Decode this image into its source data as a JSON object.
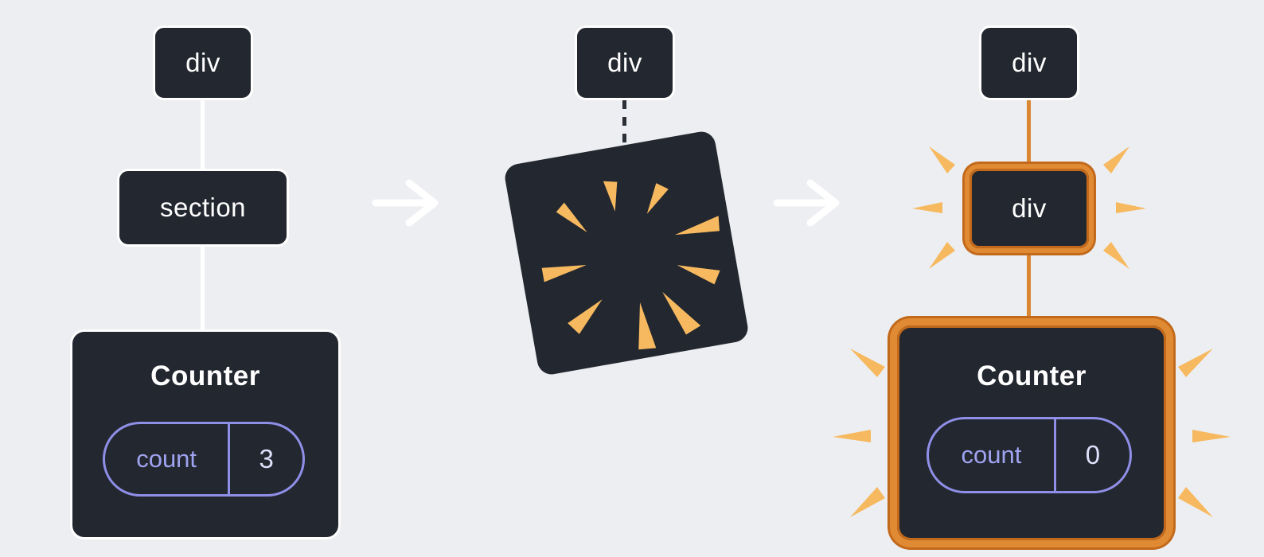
{
  "diagram": {
    "before": {
      "root_label": "div",
      "child_label": "section",
      "component": {
        "title": "Counter",
        "state_key": "count",
        "state_value": "3"
      }
    },
    "during": {
      "root_label": "div"
    },
    "after": {
      "root_label": "div",
      "child_label": "div",
      "component": {
        "title": "Counter",
        "state_key": "count",
        "state_value": "0"
      }
    }
  },
  "icons": {
    "arrow_1": "right-arrow",
    "arrow_2": "right-arrow",
    "explosion": "destroyed-node-burst",
    "emphasis": "new-node-burst-marks"
  },
  "colors": {
    "background": "#ECEEF1",
    "node_bg": "#23272F",
    "node_border": "#FFFFFF",
    "connector_white": "#FFFFFF",
    "connector_orange": "#D8862F",
    "highlight_orange": "#E08A33",
    "highlight_orange_dark": "#C2691B",
    "burst_orange": "#F7B95F",
    "pill_border": "#8F8FE8",
    "pill_label": "#9FA3F0",
    "pill_value": "#DEDFFB"
  }
}
